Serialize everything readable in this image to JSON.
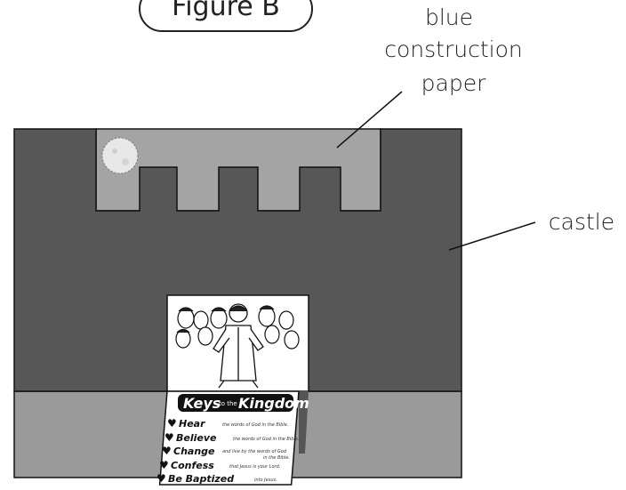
{
  "figure": {
    "label": "Figure B"
  },
  "callouts": {
    "paper_line1": "blue",
    "paper_line2": "construction",
    "paper_line3": "paper",
    "castle": "castle"
  },
  "card": {
    "title_left": "Keys",
    "title_mid": "to the",
    "title_right": "Kingdom",
    "items": [
      {
        "word": "Hear",
        "text": "the words of God in the Bible."
      },
      {
        "word": "Believe",
        "text": "the words of God in the Bible."
      },
      {
        "word": "Change",
        "text": "and live by the words of God",
        "text2": "in the Bible."
      },
      {
        "word": "Confess",
        "text": "that Jesus is your Lord."
      },
      {
        "word": "Be Baptized",
        "text": "into Jesus."
      }
    ]
  },
  "colors": {
    "castle": "#575757",
    "paper": "#a4a4a4",
    "base": "#9a9a9a",
    "outline": "#111111"
  }
}
